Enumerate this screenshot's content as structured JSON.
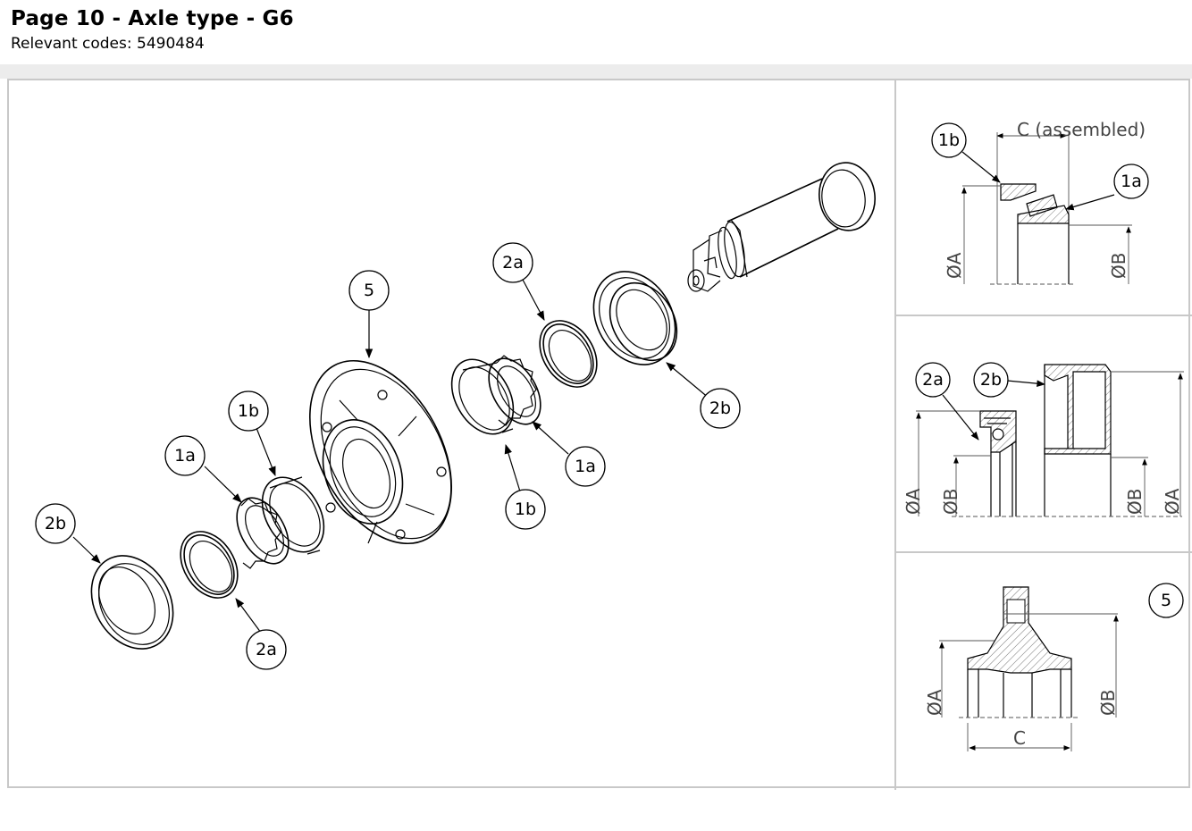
{
  "header": {
    "title": "Page 10 - Axle type - G6",
    "codes": "Relevant codes: 5490484"
  },
  "exploded_view": {
    "callouts": [
      "5",
      "2a",
      "2b",
      "1a",
      "1b",
      "1b",
      "1a",
      "2b",
      "2a"
    ]
  },
  "detail_bearing": {
    "callouts": [
      "1b",
      "1a"
    ],
    "dim_c": "C (assembled)",
    "dim_a": "ØA",
    "dim_b": "ØB"
  },
  "detail_seals": {
    "callouts": [
      "2a",
      "2b"
    ],
    "dim_a_left": "ØA",
    "dim_b_left": "ØB",
    "dim_b_right": "ØB",
    "dim_a_right": "ØA"
  },
  "detail_hub": {
    "callout": "5",
    "dim_a": "ØA",
    "dim_b": "ØB",
    "dim_c": "C"
  },
  "colors": {
    "band": "#ececec",
    "frame": "#c8c8c8"
  }
}
